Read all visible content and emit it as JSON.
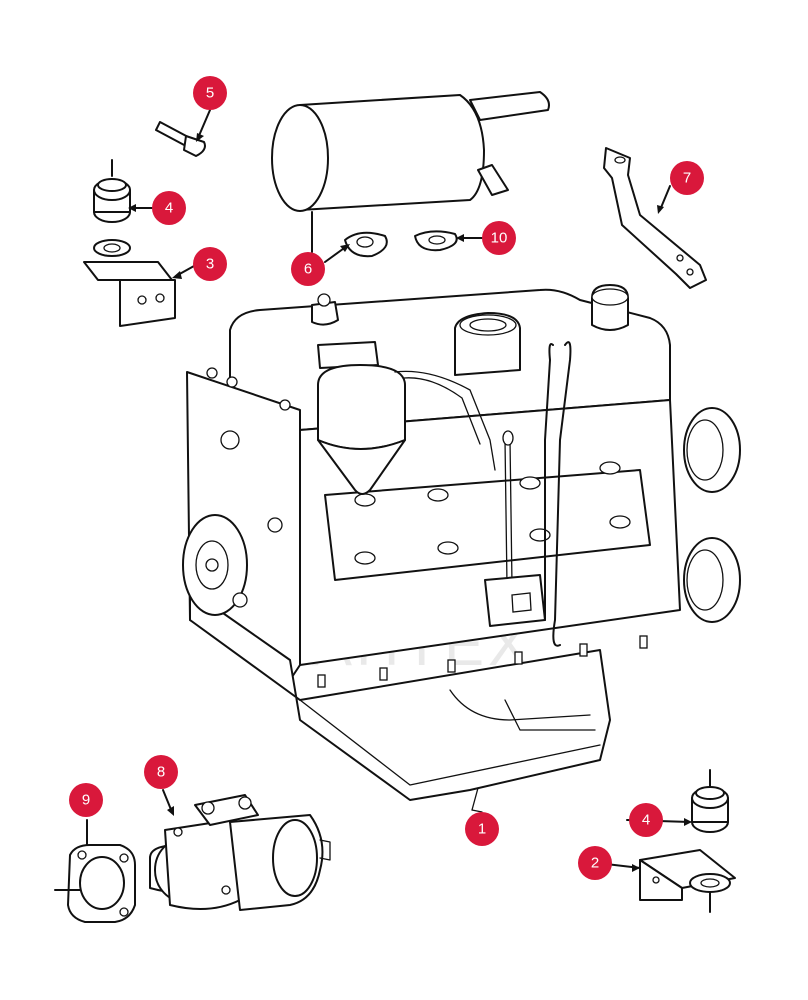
{
  "diagram": {
    "callout_color": "#d9183b",
    "watermark_text": "KAHTEX",
    "callouts": [
      {
        "id": "1",
        "label": "1"
      },
      {
        "id": "2",
        "label": "2"
      },
      {
        "id": "3",
        "label": "3"
      },
      {
        "id": "4a",
        "label": "4"
      },
      {
        "id": "4b",
        "label": "4"
      },
      {
        "id": "5",
        "label": "5"
      },
      {
        "id": "6",
        "label": "6"
      },
      {
        "id": "7",
        "label": "7"
      },
      {
        "id": "8",
        "label": "8"
      },
      {
        "id": "9",
        "label": "9"
      },
      {
        "id": "10",
        "label": "10"
      }
    ]
  }
}
